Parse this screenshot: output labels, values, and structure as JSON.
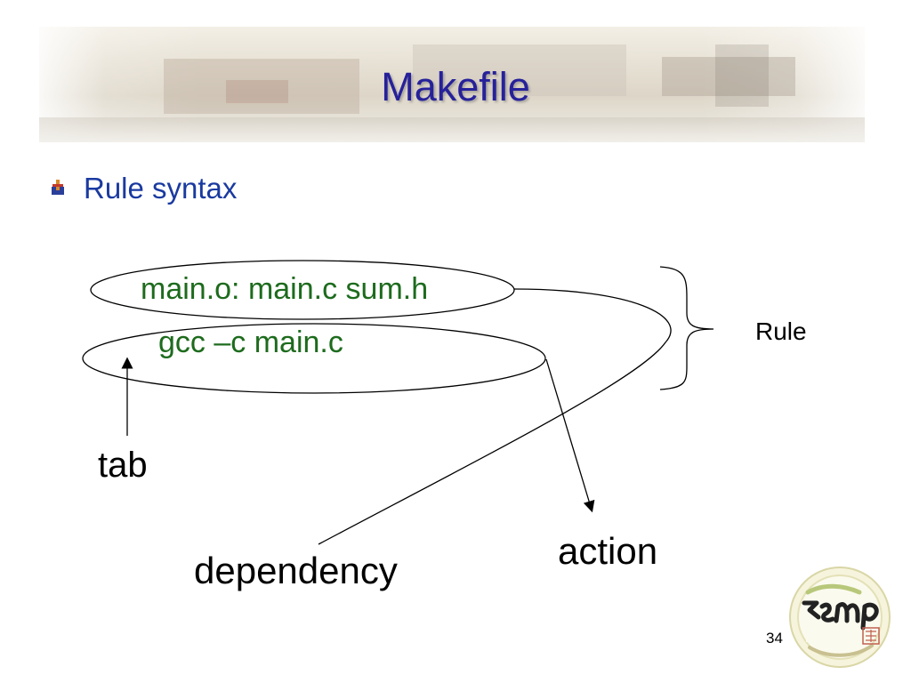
{
  "slide": {
    "title": "Makefile",
    "bullet": "Rule syntax",
    "code_line_1": "main.o: main.c sum.h",
    "code_line_2": "gcc –c main.c",
    "labels": {
      "rule": "Rule",
      "tab": "tab",
      "action": "action",
      "dependency": "dependency"
    },
    "page_number": "34"
  },
  "colors": {
    "title": "#26219a",
    "bullet_text": "#1a3aa0",
    "code": "#1d6b1d",
    "lines": "#000000"
  },
  "icons": {
    "bullet": "bullet-icon",
    "logo": "ismp-lab-logo"
  }
}
